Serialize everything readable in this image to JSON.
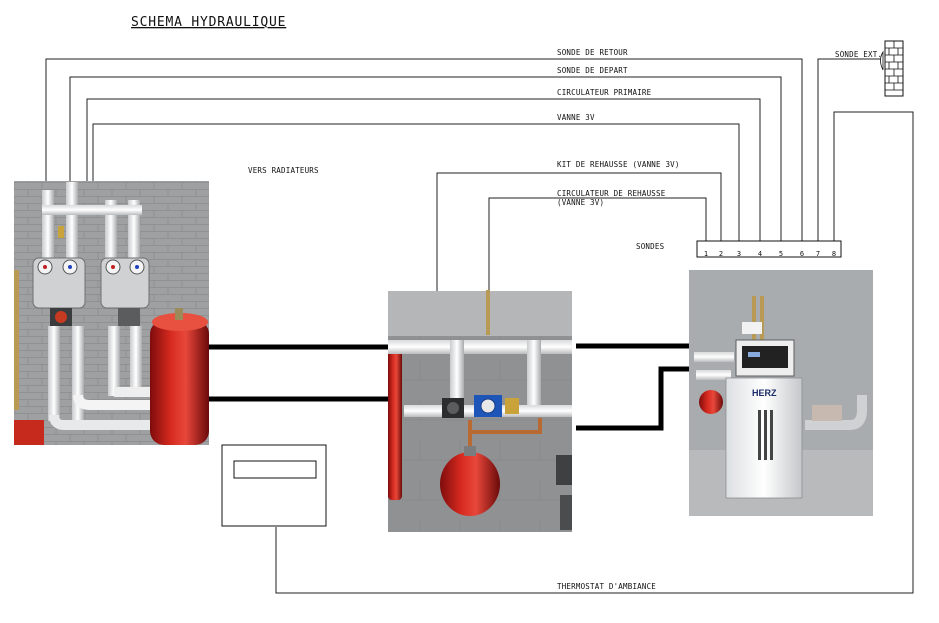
{
  "title": "SCHEMA HYDRAULIQUE",
  "labels": {
    "sonde_retour": "SONDE DE RETOUR",
    "sonde_depart": "SONDE DE DEPART",
    "circulateur_primaire": "CIRCULATEUR PRIMAIRE",
    "vanne_3v": "VANNE 3V",
    "vers_radiateurs": "VERS RADIATEURS",
    "kit_rehausse": "KIT DE REHAUSSE (VANNE 3V)",
    "circulateur_rehausse_1": "CIRCULATEUR DE REHAUSSE",
    "circulateur_rehausse_2": "(VANNE 3V)",
    "sondes": "SONDES",
    "sonde_ext": "SONDE EXT.",
    "thermostat": "THERMOSTAT D'AMBIANCE"
  },
  "terminals": [
    "1",
    "2",
    "3",
    "4",
    "5",
    "6",
    "7",
    "8"
  ],
  "boiler_brand": "HERZ"
}
